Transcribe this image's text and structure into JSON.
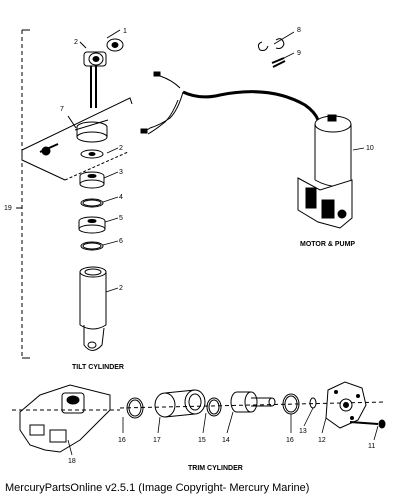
{
  "captions": {
    "motor_pump": "MOTOR & PUMP",
    "tilt_cylinder": "TILT CYLINDER",
    "trim_cylinder": "TRIM CYLINDER"
  },
  "callouts": {
    "c1": "1",
    "c2a": "2",
    "c2b": "2",
    "c2c": "2",
    "c3": "3",
    "c4": "4",
    "c5": "5",
    "c6": "6",
    "c7": "7",
    "c8": "8",
    "c9": "9",
    "c10": "10",
    "c19": "19",
    "c16a": "16",
    "c17": "17",
    "c15": "15",
    "c14": "14",
    "c16b": "16",
    "c13": "13",
    "c12": "12",
    "c11": "11",
    "c18": "18"
  },
  "footer": "MercuryPartsOnline v2.5.1 (Image Copyright- Mercury Marine)"
}
